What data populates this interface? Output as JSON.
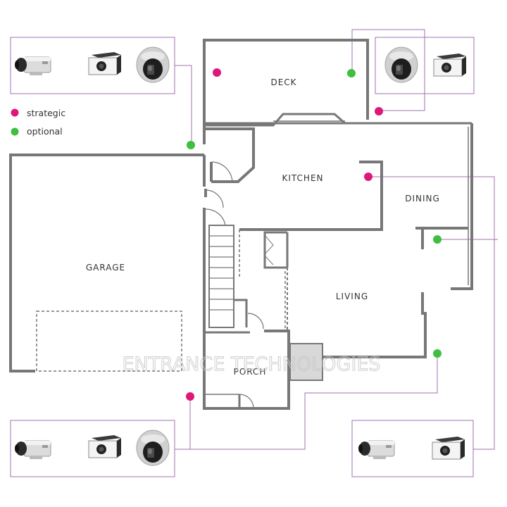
{
  "legend": {
    "strategic": {
      "label": "strategic",
      "color": "#e0177a"
    },
    "optional": {
      "label": "optional",
      "color": "#3fbf3f"
    }
  },
  "rooms": {
    "deck": "DECK",
    "kitchen": "KITCHEN",
    "dining": "DINING",
    "garage": "GARAGE",
    "living": "LIVING",
    "porch": "PORCH"
  },
  "watermark": "ENTRANCE TECHNOLOGIES",
  "colors": {
    "wall": "#777777",
    "connector": "#a070b0",
    "camera_box_border": "#a070b0"
  },
  "camera_groups": {
    "top_left": [
      "box-camera-icon",
      "block-camera-icon",
      "dome-camera-icon"
    ],
    "top_right": [
      "dome-camera-icon",
      "block-camera-icon"
    ],
    "bottom_left": [
      "box-camera-icon",
      "block-camera-icon",
      "dome-camera-icon"
    ],
    "bottom_right": [
      "box-camera-icon",
      "block-camera-icon"
    ]
  }
}
